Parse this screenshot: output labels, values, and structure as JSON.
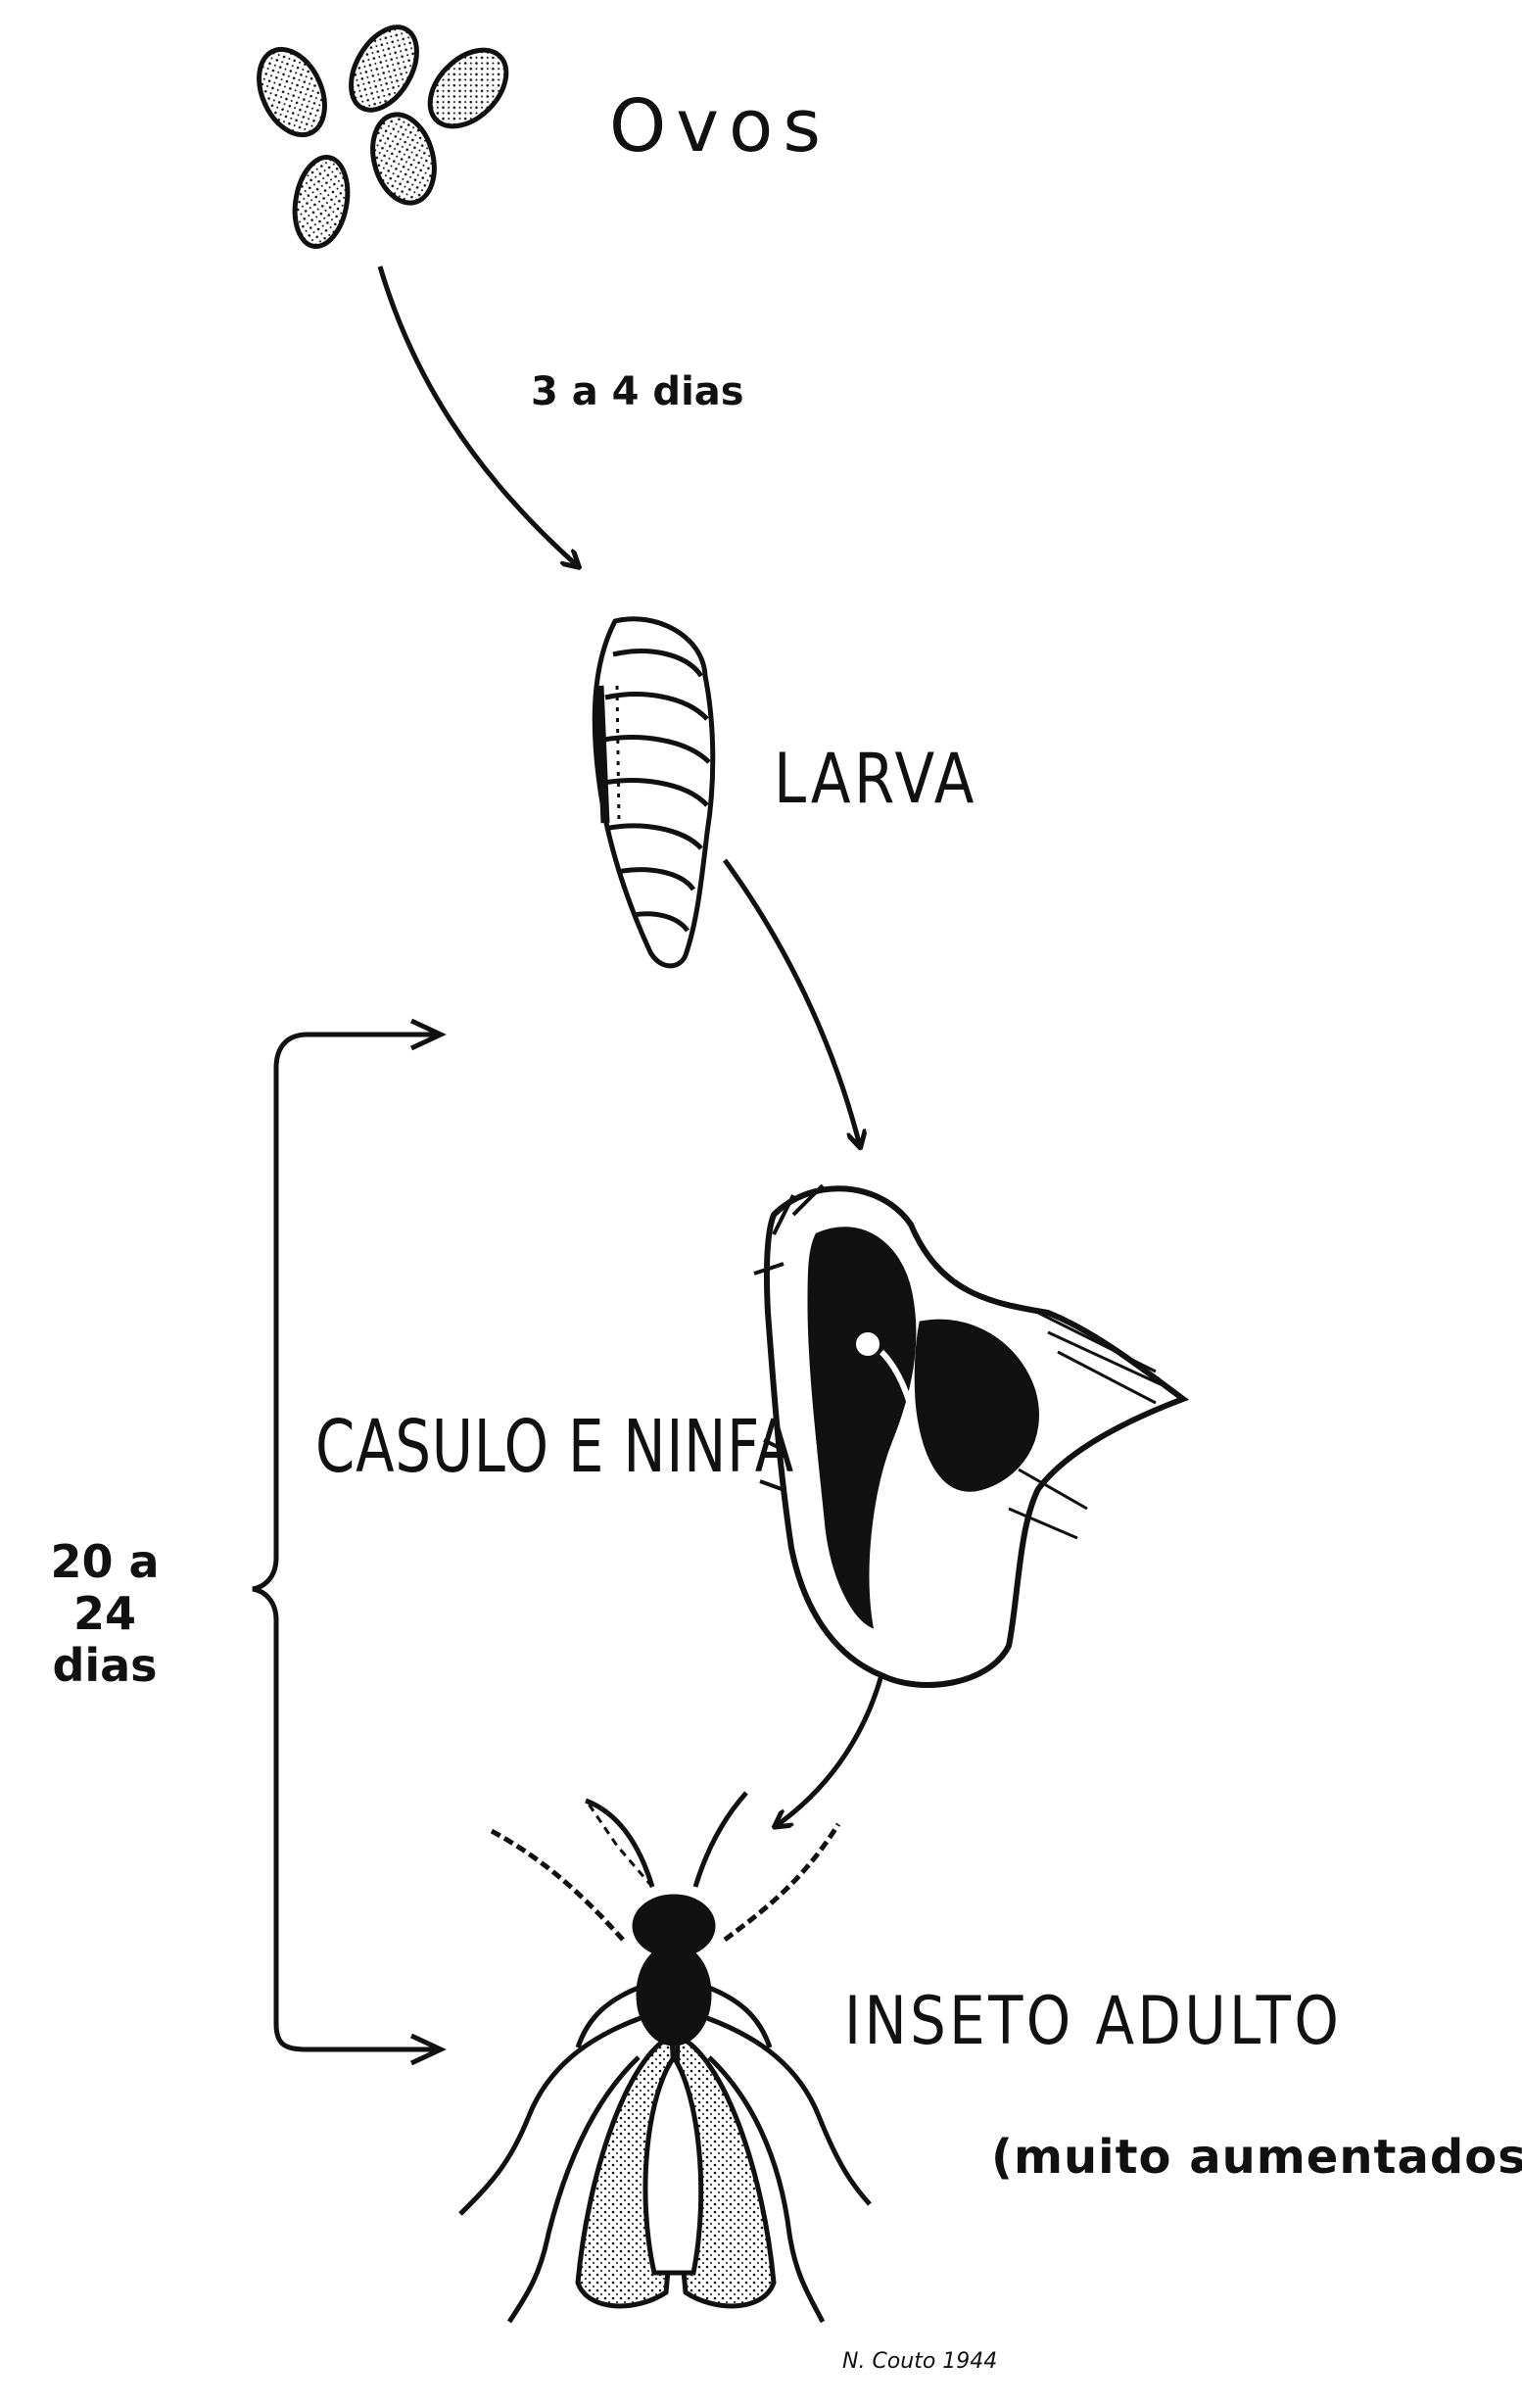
{
  "diagram": {
    "stages": {
      "eggs": "Ovos",
      "larva": "LARVA",
      "cocoon": "CASULO E NINFA",
      "adult": "INSETO ADULTO"
    },
    "durations": {
      "egg_to_larva": "3 a 4 dias",
      "cocoon_to_adult": "20 a 24 dias"
    },
    "note": "(muito aumentados)",
    "signature": "N. Couto 1944"
  },
  "colors": {
    "ink": "#111111",
    "background": "#ffffff"
  }
}
